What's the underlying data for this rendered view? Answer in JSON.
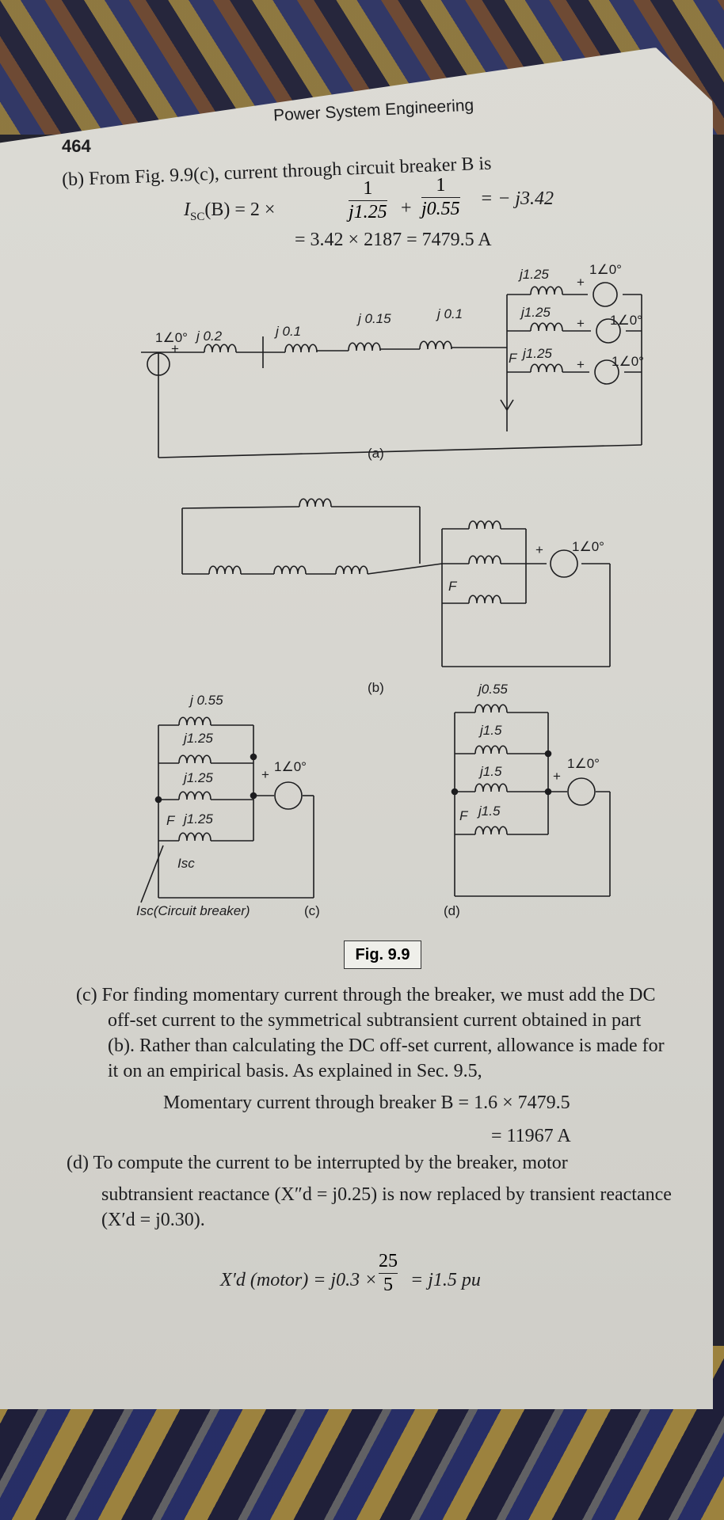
{
  "header": {
    "page_number": "464",
    "running_title": "Power System Engineering"
  },
  "part_b": {
    "intro": "(b) From Fig. 9.9(c), current through circuit breaker B is",
    "isc_lhs": "I",
    "isc_sub": "SC",
    "isc_arg": "(B) = 2 ×",
    "frac1_num": "1",
    "frac1_den": "j1.25",
    "plus": "+",
    "frac2_num": "1",
    "frac2_den": "j0.55",
    "isc_result": "= − j3.42",
    "line2": "= 3.42 × 2187 = 7479.5 A"
  },
  "figure": {
    "caption": "Fig. 9.9",
    "a": {
      "label": "(a)",
      "source_left": "1∠0°",
      "x1": "j 0.2",
      "x2": "j 0.1",
      "x3": "j 0.15",
      "x4": "j 0.1",
      "m1": "j1.25",
      "m2": "j1.25",
      "m3": "j1.25",
      "fault": "F",
      "src1": "1∠0°",
      "src2": "1∠0°",
      "src3": "1∠0°",
      "plus": "+"
    },
    "b": {
      "label": "(b)",
      "source": "1∠0°",
      "fault": "F",
      "plus": "+"
    },
    "c": {
      "label": "(c)",
      "r1": "j 0.55",
      "r2": "j1.25",
      "r3": "j1.25",
      "r4": "j1.25",
      "fault": "F",
      "source": "1∠0°",
      "plus": "+",
      "isc": "Isc",
      "isc_breaker": "Isc(Circuit breaker)"
    },
    "d": {
      "label": "(d)",
      "r1": "j0.55",
      "r2": "j1.5",
      "r3": "j1.5",
      "r4": "j1.5",
      "fault": "F",
      "source": "1∠0°",
      "plus": "+"
    }
  },
  "part_c": {
    "line1": "(c) For finding momentary current through the breaker, we must add the DC",
    "line2": "off-set current to the symmetrical subtransient current obtained in part",
    "line3": "(b). Rather than calculating the DC off-set current, allowance is made for",
    "line4": "it on an empirical basis. As explained in Sec. 9.5,",
    "eq1": "Momentary current through breaker B = 1.6 × 7479.5",
    "eq2": "= 11967 A"
  },
  "part_d": {
    "line1": "(d) To compute the current to be interrupted by the breaker, motor",
    "line2": "subtransient reactance (X″d = j0.25) is now replaced by transient reactance",
    "line3": "(X′d = j0.30).",
    "eq_lhs": "X′d (motor) = j0.3 ×",
    "frac_num": "25",
    "frac_den": "5",
    "eq_rhs": "= j1.5 pu"
  }
}
